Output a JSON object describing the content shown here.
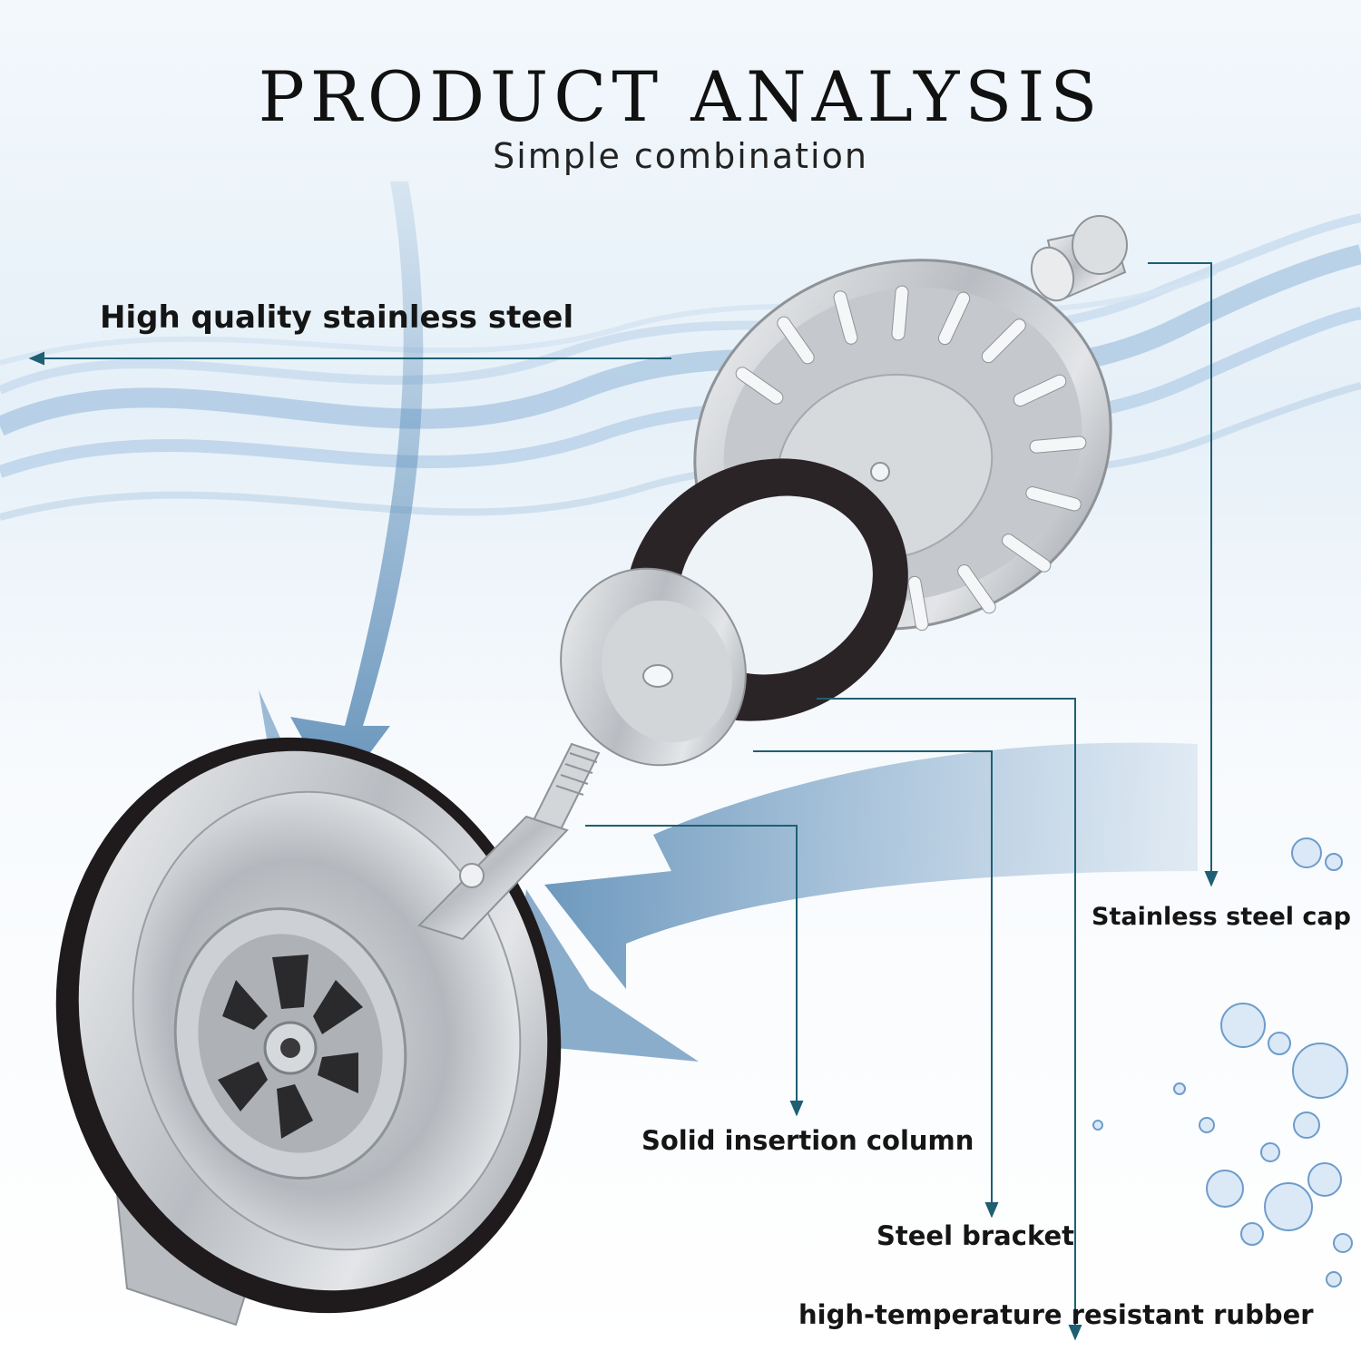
{
  "header": {
    "title": "PRODUCT ANALYSIS",
    "subtitle": "Simple combination"
  },
  "labels": {
    "quality": "High quality  stainless steel",
    "cap": "Stainless steel cap",
    "column": "Solid insertion column",
    "bracket": "Steel bracket",
    "rubber": "high-temperature resistant rubber"
  },
  "colors": {
    "leader_line": "#1e5f73",
    "water": "#8fb6d8",
    "arrow": "#3f78a8",
    "steel": "#c9ccd0",
    "rubber": "#2b2426"
  },
  "icons": [
    "sink-strainer-basket",
    "stopper-knob",
    "rubber-gasket",
    "steel-bracket",
    "drain-body",
    "insertion-column",
    "water-bubbles"
  ]
}
